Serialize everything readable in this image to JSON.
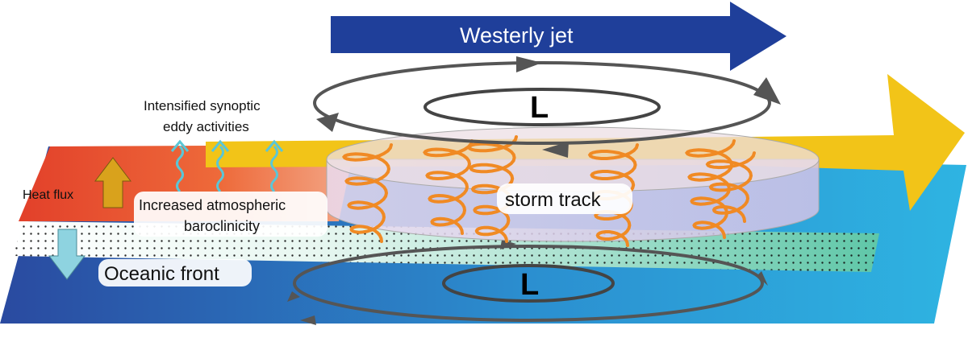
{
  "labels": {
    "westerly_jet": "Westerly jet",
    "intensified_line1": "Intensified synoptic",
    "intensified_line2": "eddy activities",
    "heat_flux": "Heat flux",
    "baroclinicity_line1": "Increased atmospheric",
    "baroclinicity_line2": "baroclinicity",
    "oceanic_front": "Oceanic front",
    "storm_track": "storm track",
    "upper_low": "L",
    "lower_low": "L"
  },
  "colors": {
    "jet_arrow": "#1f3f9a",
    "ocean_warm": "#e2452b",
    "ocean_cold": "#2aa9dc",
    "ocean_deep": "#2a4aa0",
    "front_band": "#7dd3b8",
    "yellow_arrow": "#f2c418",
    "storm_track_cylinder": "#d9c6e6",
    "eddy_coils": "#f08a24",
    "circulation": "#555555",
    "heat_flux_up": "#d9a21c",
    "heat_flux_down": "#8ed3e0",
    "wavy_arrows": "#5bc6d6"
  },
  "icons": [
    "up-arrow-icon",
    "down-arrow-icon",
    "wavy-arrow-icon",
    "circulation-arrow-icon"
  ]
}
